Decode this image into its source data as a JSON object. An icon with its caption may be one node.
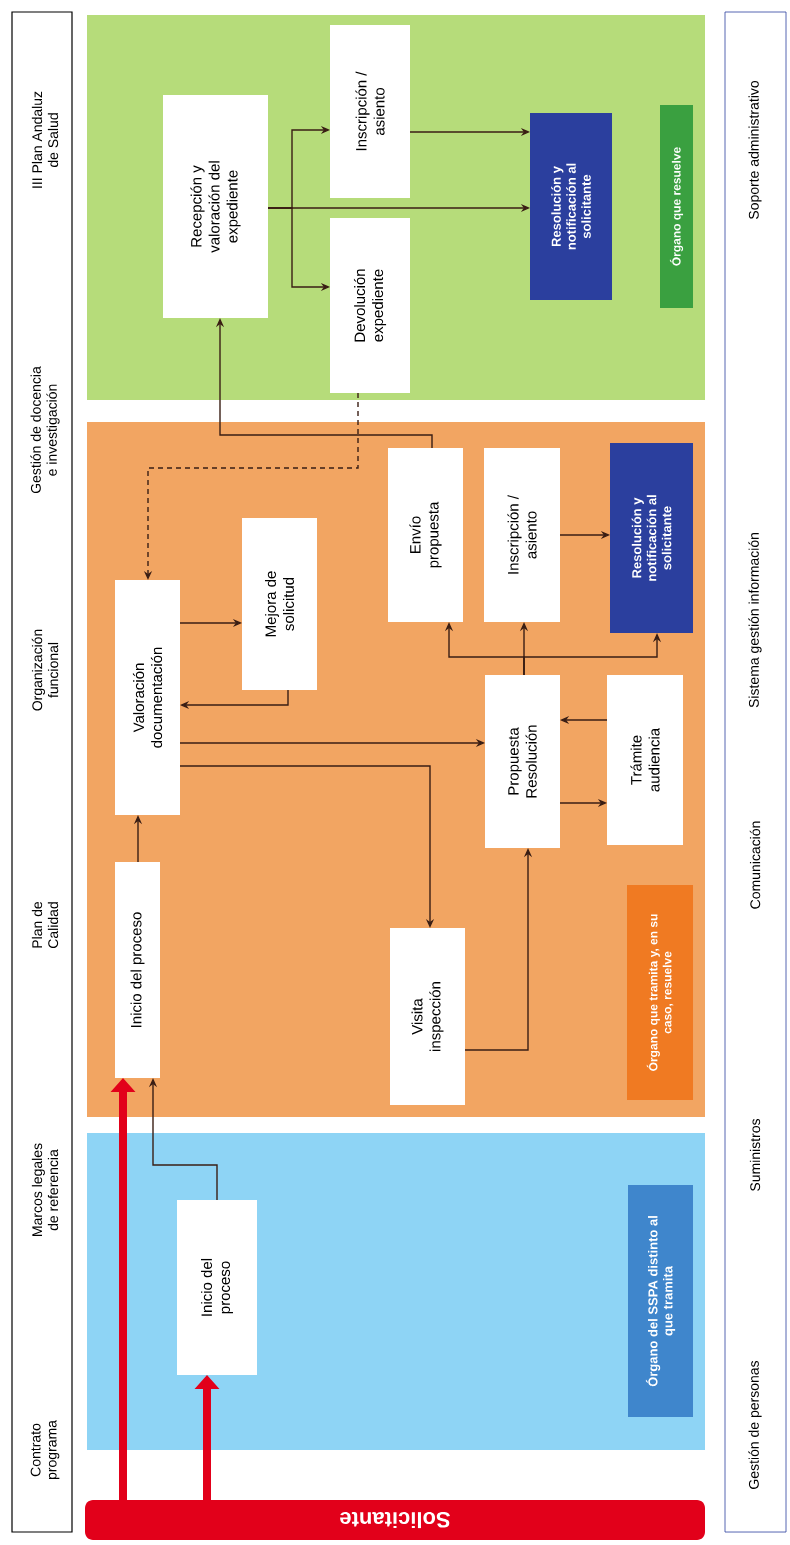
{
  "diagram": {
    "nodes": [
      {
        "text": [
          "Solicitante"
        ]
      },
      {
        "text": [],
        "shape": "box"
      },
      {
        "text": [
          "Inicio del proceso"
        ],
        "in": 1
      },
      {
        "text": [
          "Órgano del SSPA distinto al que tramita"
        ],
        "in": 1
      },
      {
        "text": [],
        "shape": "box"
      },
      {
        "text": [
          "Inicio del proceso"
        ],
        "in": 4
      },
      {
        "text": [
          "Valoración documentación"
        ],
        "in": 4
      },
      {
        "text": [
          "Mejora de solicitud"
        ],
        "in": 4
      },
      {
        "text": [
          "Visita inspección"
        ],
        "in": 4
      },
      {
        "text": [
          "Propuesta Resolución"
        ],
        "in": 4
      },
      {
        "text": [
          "Trámite audiencia"
        ],
        "in": 4
      },
      {
        "text": [
          "Envío propuesta"
        ],
        "in": 4
      },
      {
        "text": [
          "Inscripción / asiento"
        ],
        "in": 4
      },
      {
        "text": [
          "Resolución y notificación al solicitante"
        ],
        "in": 4
      },
      {
        "text": [
          "Órgano que tramita y, en su caso, resuelve"
        ],
        "in": 4
      },
      {
        "text": [],
        "shape": "box"
      },
      {
        "text": [
          "Recepción y valoración del expediente"
        ],
        "in": 15
      },
      {
        "text": [
          "Inscripción / asiento"
        ],
        "in": 15
      },
      {
        "text": [
          "Devolución expediente"
        ],
        "in": 15
      },
      {
        "text": [
          "Resolución y notificación al solicitante"
        ],
        "in": 15
      },
      {
        "text": [
          "Órgano que resuelve"
        ],
        "in": 15
      }
    ],
    "edges": [
      {
        "from": 0,
        "to": 5,
        "arrow": "to",
        "style": "thick",
        "color": "#e2001a"
      },
      {
        "from": 0,
        "to": 2,
        "arrow": "to",
        "style": "thick",
        "color": "#e2001a"
      },
      {
        "from": 2,
        "to": 5,
        "arrow": "to"
      },
      {
        "from": 5,
        "to": 6,
        "arrow": "to"
      },
      {
        "from": 6,
        "to": 7,
        "arrow": "to"
      },
      {
        "from": 7,
        "to": 6,
        "arrow": "to"
      },
      {
        "from": 6,
        "to": 9,
        "arrow": "to"
      },
      {
        "from": 6,
        "to": 8,
        "arrow": "to"
      },
      {
        "from": 8,
        "to": 9,
        "arrow": "to"
      },
      {
        "from": 9,
        "to": 10,
        "arrow": "to"
      },
      {
        "from": 10,
        "to": 9,
        "arrow": "to"
      },
      {
        "from": 9,
        "to": 11,
        "arrow": "to"
      },
      {
        "from": 9,
        "to": 12,
        "arrow": "to"
      },
      {
        "from": 9,
        "to": 13,
        "arrow": "to"
      },
      {
        "from": 12,
        "to": 13,
        "arrow": "to"
      },
      {
        "from": 11,
        "to": 16,
        "arrow": "to"
      },
      {
        "from": 18,
        "to": 6,
        "arrow": "to",
        "style": "dashed"
      },
      {
        "from": 16,
        "to": 17,
        "arrow": "to"
      },
      {
        "from": 16,
        "to": 18,
        "arrow": "to"
      },
      {
        "from": 16,
        "to": 19,
        "arrow": "to"
      },
      {
        "from": 17,
        "to": 19,
        "arrow": "to"
      }
    ],
    "labels": [
      "Contrato programa",
      "Marcos legales de referencia",
      "Plan de Calidad",
      "Organización funcional",
      "Gestión de docencia e investigación",
      "III Plan Andaluz de Salud",
      "Gestión de personas",
      "Suministros",
      "Comunicación",
      "Sistema gestión información",
      "Soporte administrativo"
    ]
  }
}
